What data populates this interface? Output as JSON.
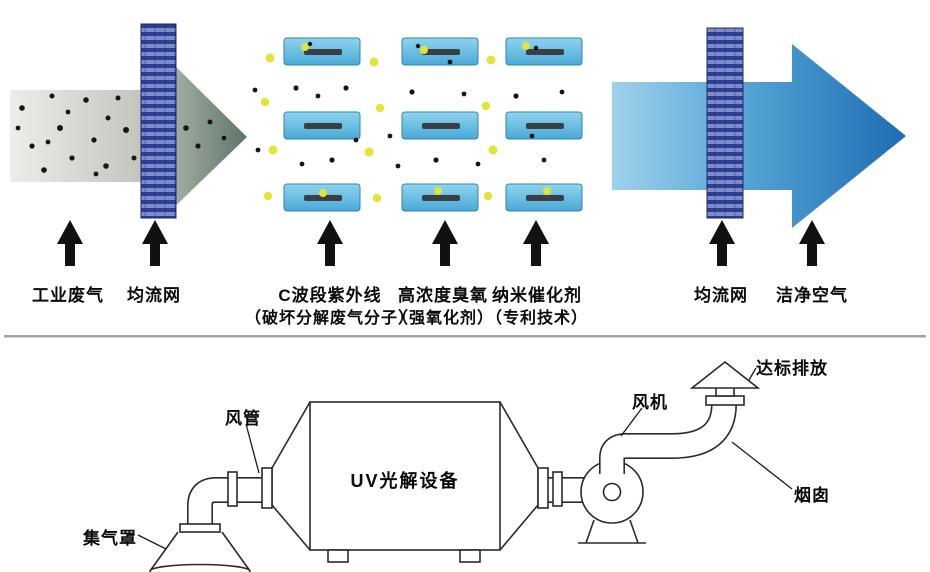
{
  "process_flow": {
    "industrial_gas_label": "工业废气",
    "flow_net_left_label": "均流网",
    "uv_label": "C波段紫外线",
    "uv_sublabel": "（破坏分解废气分子）",
    "ozone_label": "高浓度臭氧",
    "ozone_sublabel": "（强氧化剂）",
    "catalyst_label": "纳米催化剂",
    "catalyst_sublabel": "（专利技术）",
    "flow_net_right_label": "均流网",
    "clean_air_label": "洁净空气"
  },
  "equipment": {
    "gas_hood_label": "集气罩",
    "air_duct_label": "风管",
    "device_label": "UV光解设备",
    "fan_label": "风机",
    "emission_label": "达标排放",
    "chimney_label": "烟囱"
  },
  "colors": {
    "waste_gas_gray": "#c2c6bd",
    "waste_gas_dark": "#5e7669",
    "net_stripe_dark": "#2b3f93",
    "net_stripe_light": "#8089c9",
    "lamp_blue_light": "#8ed4ee",
    "lamp_blue": "#4aa9d6",
    "clean_air_light": "#9ed2ec",
    "clean_air_blue": "#1e6cb2",
    "ozone_yellow": "#e4e438",
    "particle_black": "#161616",
    "outline": "#2a2a2a"
  }
}
